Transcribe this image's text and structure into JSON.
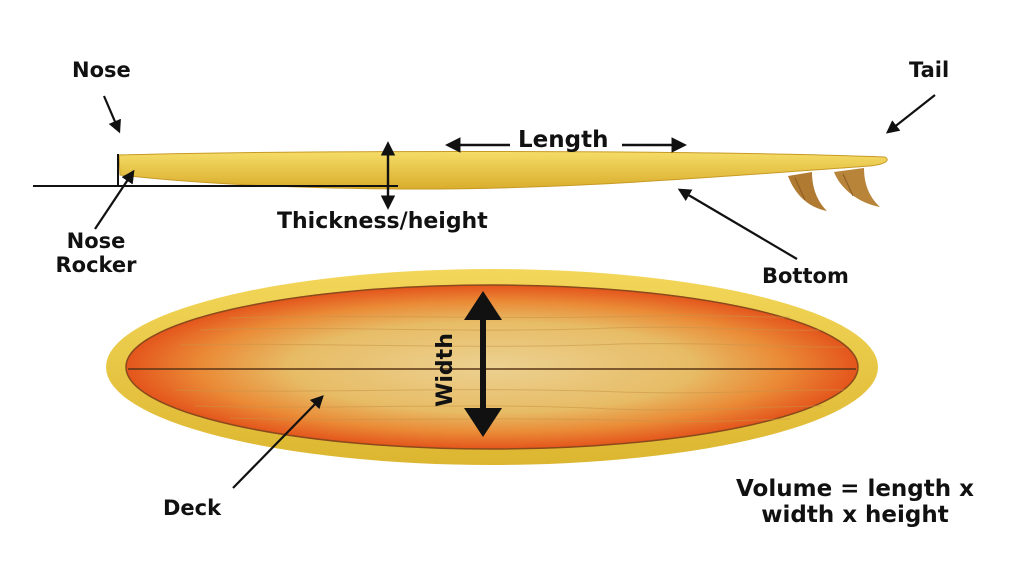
{
  "labels": {
    "nose": "Nose",
    "tail": "Tail",
    "length": "Length",
    "thickness": "Thickness/height",
    "nose_rocker_line1": "Nose",
    "nose_rocker_line2": "Rocker",
    "bottom": "Bottom",
    "width": "Width",
    "deck": "Deck",
    "volume_line1": "Volume = length x",
    "volume_line2": "width x height"
  },
  "colors": {
    "rail_yellow": "#eccb3f",
    "deck_orange": "#e9621e",
    "wood_light": "#e6bf6c",
    "fin_brown": "#b07a32",
    "ink": "#111111"
  },
  "icons": {
    "arrows": "arrow-icon",
    "fins": "fin-icon"
  }
}
